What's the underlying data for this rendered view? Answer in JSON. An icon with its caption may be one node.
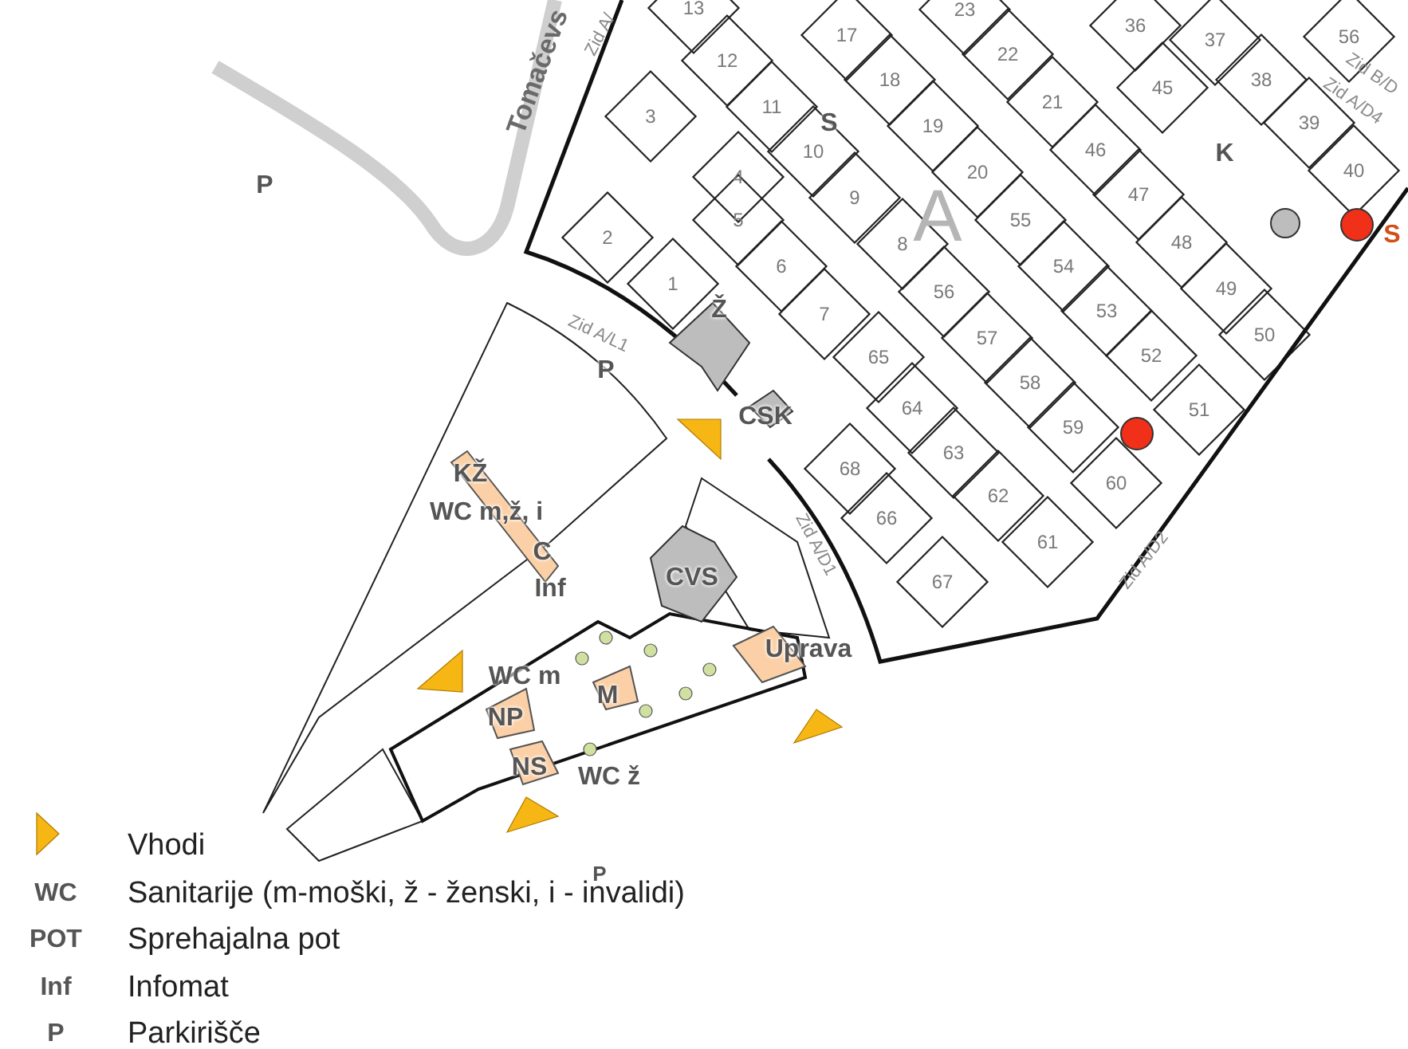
{
  "diagram": {
    "labels": [
      "13",
      "23",
      "Zid A/",
      "Tomačevs",
      "36",
      "37",
      "56",
      "17",
      "22",
      "12",
      "Zid B/D",
      "18",
      "45",
      "38",
      "Zid A/D4",
      "3",
      "11",
      "S",
      "21",
      "39",
      "19",
      "10",
      "46",
      "K",
      "P",
      "A",
      "40",
      "9",
      "20",
      "47",
      "55",
      "4",
      "2",
      "5",
      "8",
      "48",
      "S",
      "6",
      "54",
      "56",
      "49",
      "1",
      "53",
      "Ž",
      "7",
      "Zid A/L1",
      "50",
      "57",
      "65",
      "52",
      "P",
      "58",
      "64",
      "51",
      "CSK",
      "59",
      "63",
      "68",
      "KŽ",
      "60",
      "62",
      "WC m,ž, i",
      "66",
      "Zid A/D1",
      "61",
      "C",
      "67",
      "CVS",
      "Zid A/D2",
      "Inf",
      "Uprava",
      "WC m",
      "M",
      "NP",
      "NS",
      "WC ž",
      "WC",
      "P",
      "POT",
      "Inf",
      "P"
    ],
    "legend": [
      {
        "text": "Vhodi"
      },
      {
        "text": "Sanitarije (m-moški, ž - ženski, i - invalidi)"
      },
      {
        "text": "Sprehajalna pot"
      },
      {
        "text": "Infomat"
      },
      {
        "text": "Parkirišče"
      }
    ]
  }
}
